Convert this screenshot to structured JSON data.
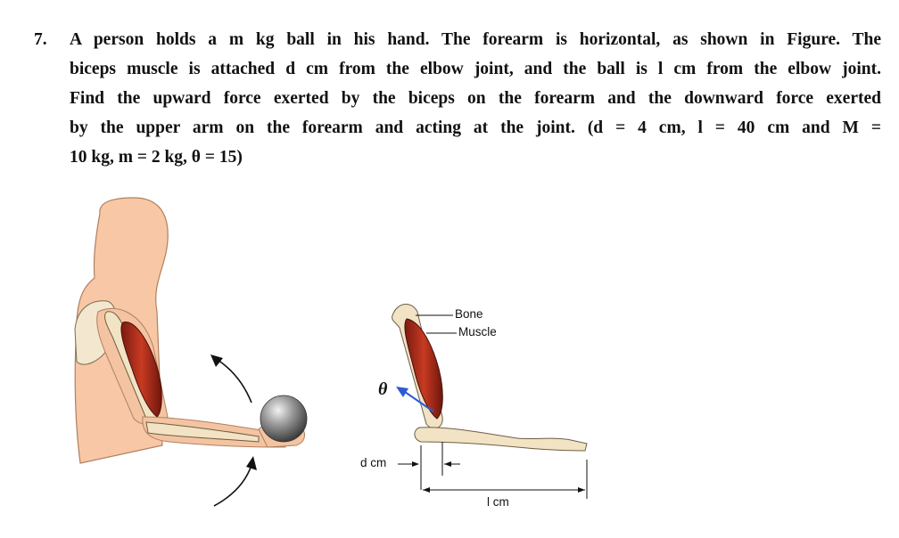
{
  "question": {
    "number": "7.",
    "lines": [
      "A person holds a m kg ball in his hand. The forearm is horizontal, as shown in Figure. The",
      "biceps muscle is attached d cm from the elbow joint, and the ball is l cm from the elbow joint.",
      "Find the upward force exerted by the biceps on the forearm and the downward force exerted",
      "by the upper arm on the forearm and acting at the joint. (d = 4 cm, l = 40 cm and M =",
      "10 kg,  m = 2 kg, θ = 15)"
    ]
  },
  "figure": {
    "label_bone": "Bone",
    "label_muscle": "Muscle",
    "label_theta": "θ",
    "label_d_cm": "d cm",
    "label_l_cm": "l  cm"
  }
}
